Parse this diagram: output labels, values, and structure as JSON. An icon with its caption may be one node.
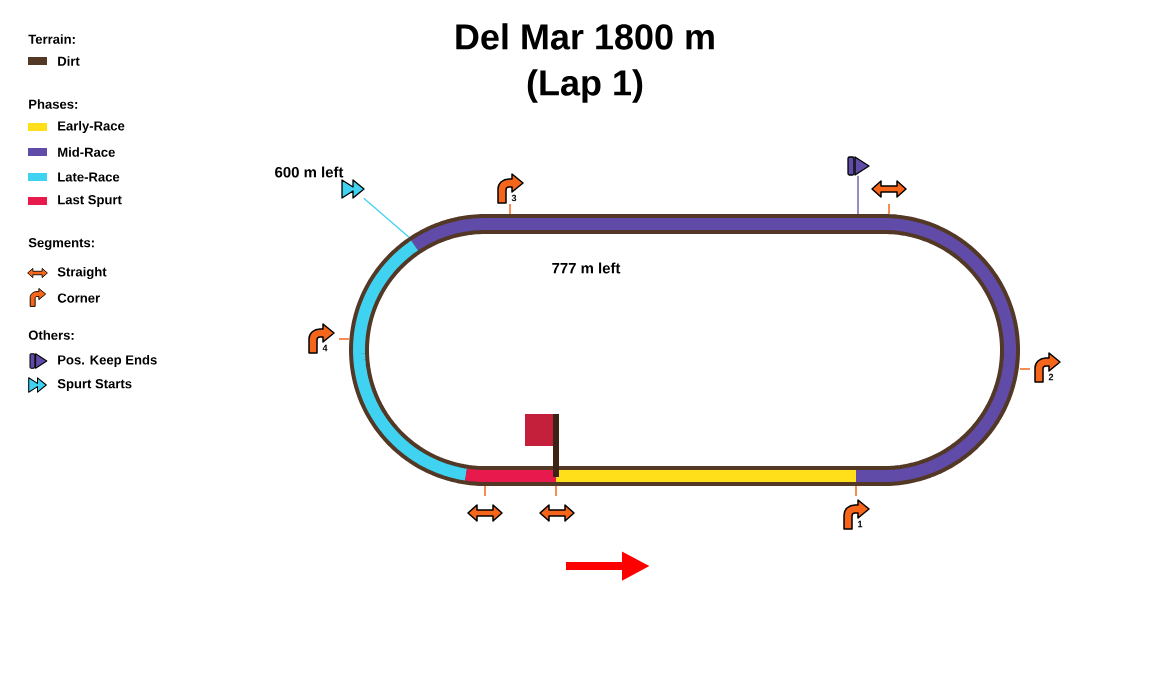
{
  "diagram": {
    "title": "Del Mar 1800 m (Lap 1)",
    "nodes": [
      {
        "text": [],
        "shape": "picture",
        "beside": [
          "600 m left"
        ]
      },
      {
        "text": [],
        "shape": "picture"
      }
    ],
    "edges": [
      {
        "from": 0,
        "to": null,
        "arrow": "none",
        "color": "#3fd3f1"
      },
      {
        "from": 1,
        "to": null,
        "arrow": "none",
        "color": "#604ca8"
      }
    ],
    "labels": [
      "Terrain:",
      "Phases:",
      "Segments:",
      "Others:",
      "3",
      "777 m left",
      "4",
      "2",
      "1"
    ],
    "legend": [
      {
        "text": "Dirt",
        "color": "#533826"
      },
      {
        "text": "Early-Race",
        "color": "#ffdf1a"
      },
      {
        "text": "Mid-Race",
        "color": "#604ca8"
      },
      {
        "text": "Late-Race",
        "color": "#3fd3f1"
      },
      {
        "text": "Last Spurt",
        "color": "#e8194c"
      },
      {
        "text": "Straight"
      },
      {
        "text": "Corner"
      },
      {
        "text": "Pos. Keep Ends"
      },
      {
        "text": "Spurt Starts"
      }
    ]
  }
}
